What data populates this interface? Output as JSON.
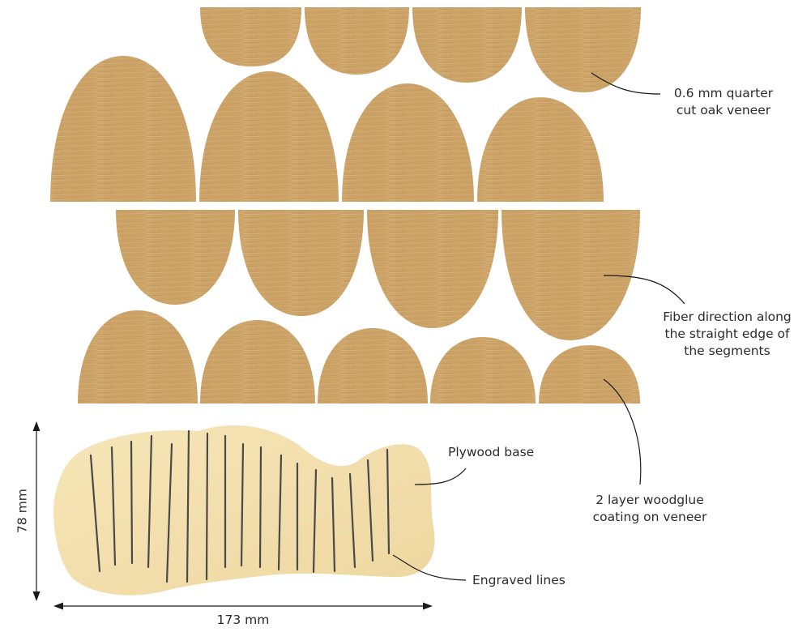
{
  "annotations": {
    "veneer": [
      "0.6 mm quarter",
      "cut oak veneer"
    ],
    "fiber": [
      "Fiber direction along",
      "the straight edge of",
      "the segments"
    ],
    "plywood": "Plywood base",
    "coating": [
      "2 layer woodglue",
      "coating on veneer"
    ],
    "engraved": "Engraved lines"
  },
  "dimensions": {
    "height_label": "78 mm",
    "width_label": "173 mm"
  },
  "colors": {
    "veneer_light": "#d7b179",
    "veneer_dark": "#b9894f",
    "plywood": "#f1dfad",
    "engraved_line": "#4a4a4a",
    "text": "#2b2b2b"
  }
}
